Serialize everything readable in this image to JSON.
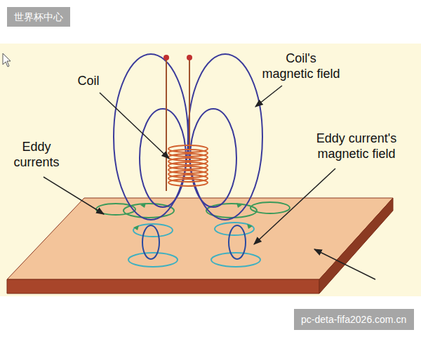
{
  "diagram": {
    "nodes": [
      {
        "text": [
          "世界杯中心"
        ]
      },
      {
        "text": [
          "pc-deta-fifa2026.com.cn"
        ]
      }
    ],
    "labels": [
      "Coil",
      "Coil's magnetic field",
      "Eddy currents",
      "Eddy current's magnetic field"
    ]
  }
}
